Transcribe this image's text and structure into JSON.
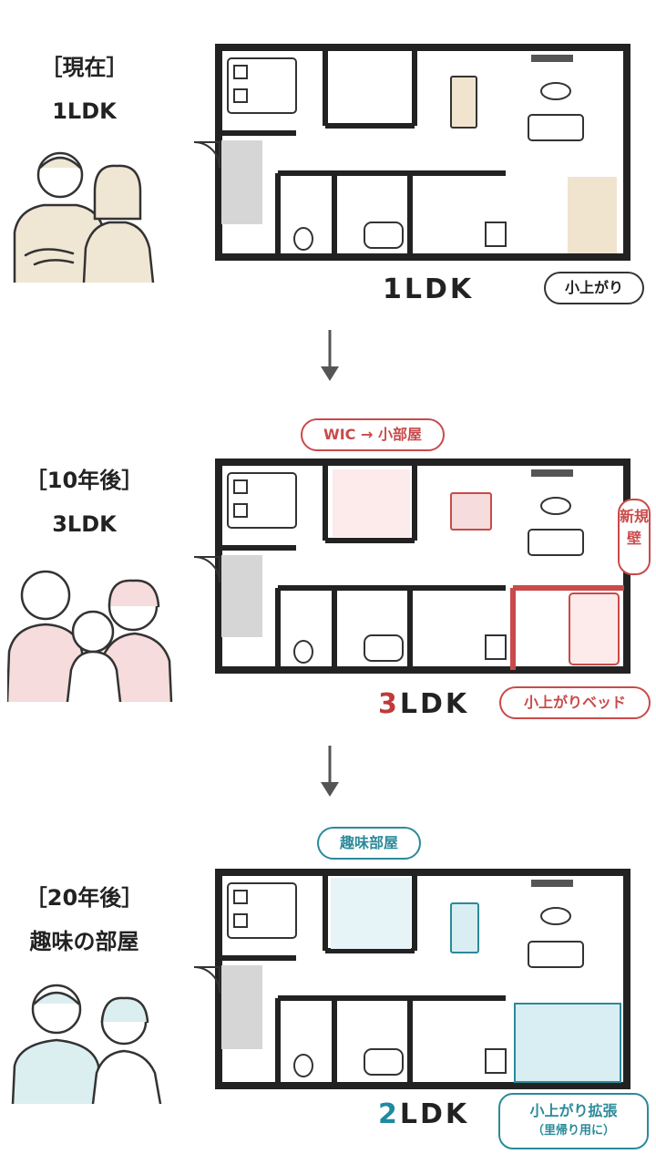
{
  "colors": {
    "wall": "#222222",
    "red_accent": "#c94a4a",
    "teal_accent": "#2b8a9a",
    "code_red": "#c0393b",
    "code_teal": "#1f8aa0",
    "beige_person": "#efe6d4",
    "pink_person": "#f6dcdc",
    "blue_person": "#dbeef0"
  },
  "stages": [
    {
      "label_line1": "［現在］",
      "label_line2": "1LDK",
      "layout_code_prefix": "",
      "layout_code": "1LDK",
      "callouts": [
        "小上がり"
      ]
    },
    {
      "label_line1": "［10年後］",
      "label_line2": "3LDK",
      "layout_code_prefix": "3",
      "layout_code": "LDK",
      "callouts": [
        "WIC → 小部屋",
        "新規壁",
        "小上がりベッド"
      ]
    },
    {
      "label_line1": "［20年後］",
      "label_line2": "趣味の部屋",
      "layout_code_prefix": "2",
      "layout_code": "LDK",
      "callouts": [
        "趣味部屋",
        "小上がり拡張",
        "（里帰り用に）"
      ]
    }
  ],
  "icons": [
    "down-arrow-icon",
    "bed-icon",
    "sofa-icon",
    "dining-table-icon",
    "bathtub-icon",
    "toilet-icon",
    "sink-icon",
    "stove-icon",
    "tv-icon",
    "door-icon",
    "person-icon"
  ]
}
